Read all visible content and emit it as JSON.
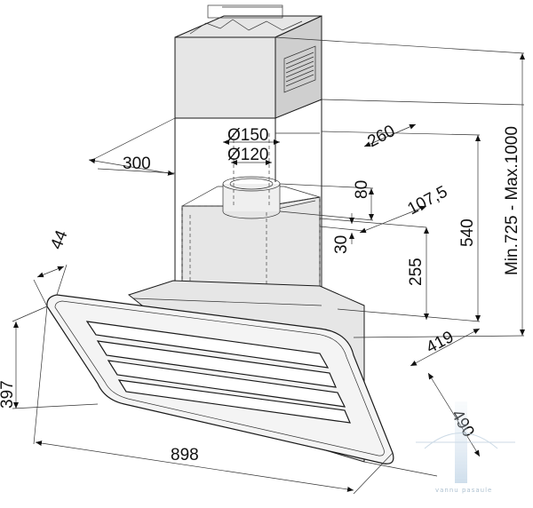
{
  "dimensions": {
    "chimney_width": "300",
    "chimney_depth": "260",
    "outlet_outer_diameter": "Ø150",
    "outlet_inner_diameter": "Ø120",
    "flange_height": "80",
    "flange_offset": "107,5",
    "flange_step": "30",
    "outlet_height_above_glass": "255",
    "motor_top_height": "540",
    "total_height_range": "Min.725 - Max.1000",
    "glass_thickness": "44",
    "front_height": "397",
    "hood_width": "898",
    "wall_depth": "419",
    "hood_depth": "490"
  },
  "watermark": {
    "text": "vannu pasaule"
  }
}
